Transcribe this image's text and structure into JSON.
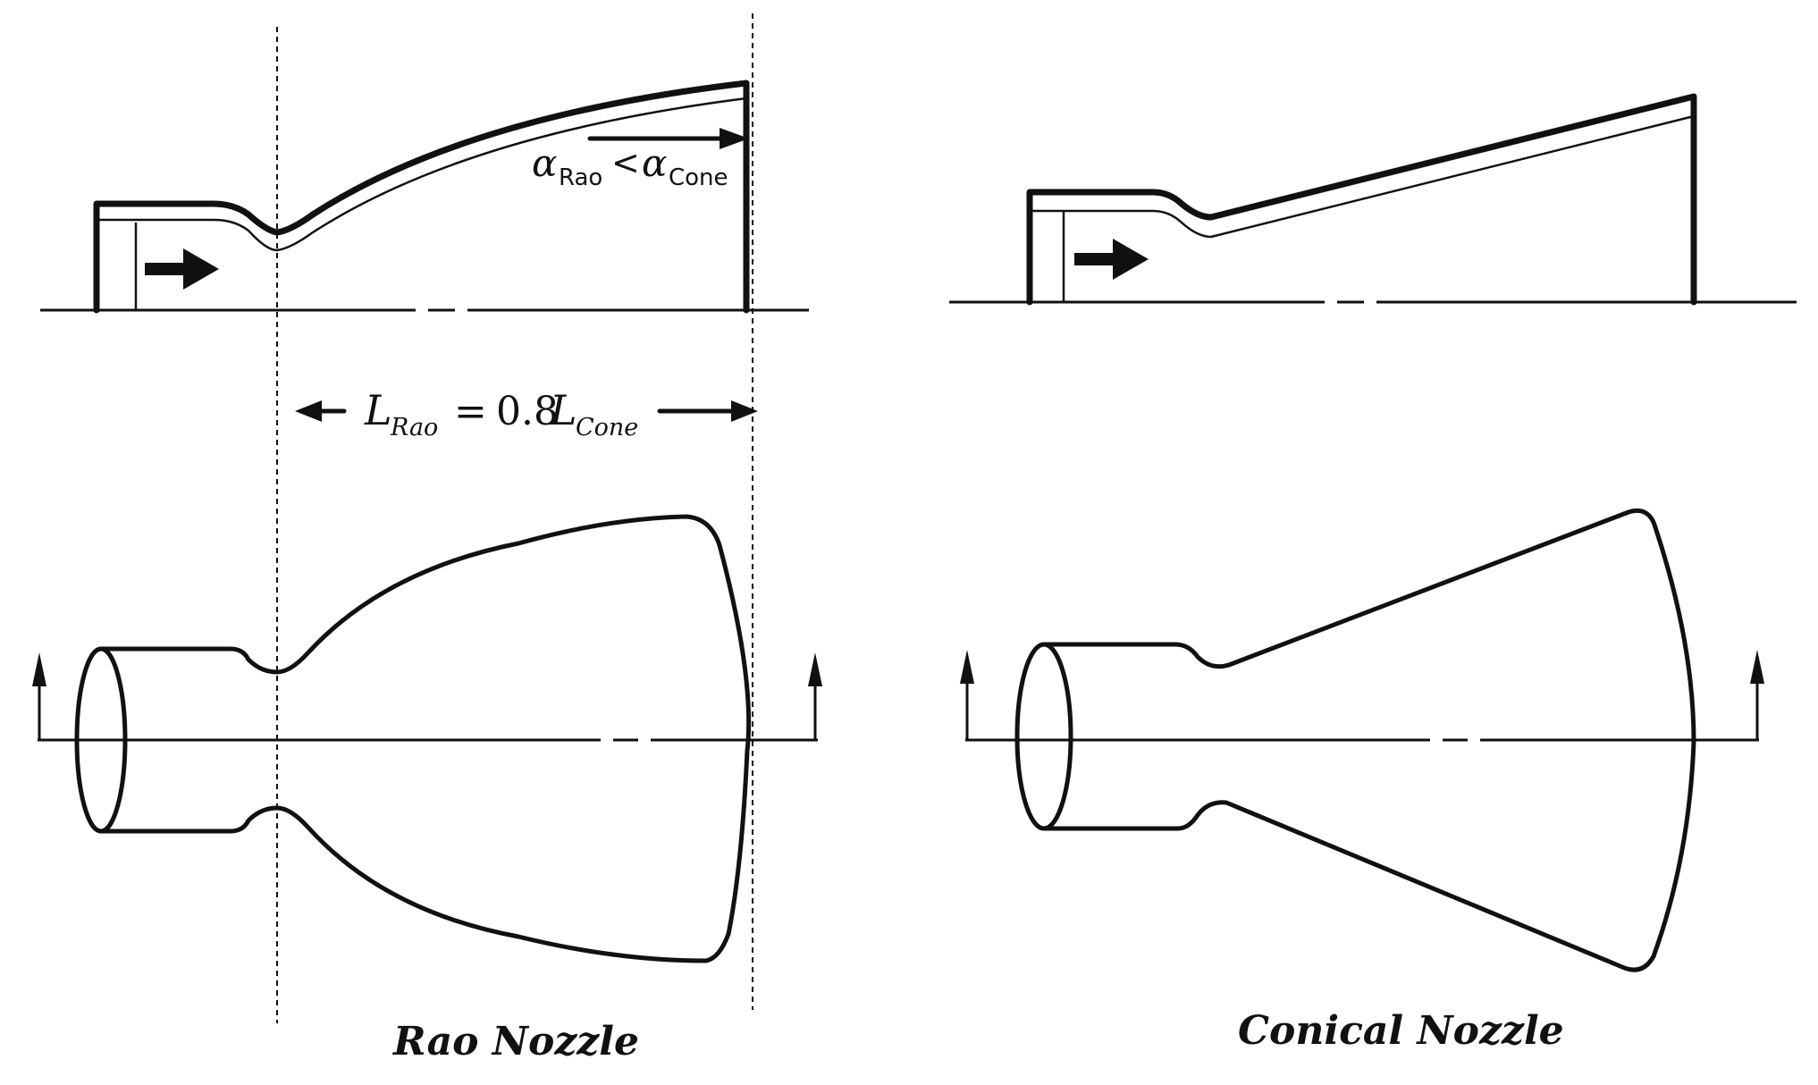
{
  "labels": {
    "alpha_symbol": "α",
    "alpha_rao_sub": "Rao",
    "less_than": "<",
    "alpha_cone_sub": "Cone",
    "length_L": "L",
    "length_rao_sub": "Rao",
    "equals": "=",
    "factor": "0.8",
    "length_cone_sub": "Cone"
  },
  "captions": {
    "rao": "Rao Nozzle",
    "conical": "Conical Nozzle"
  },
  "colors": {
    "ink": "#111111",
    "background": "#ffffff"
  }
}
